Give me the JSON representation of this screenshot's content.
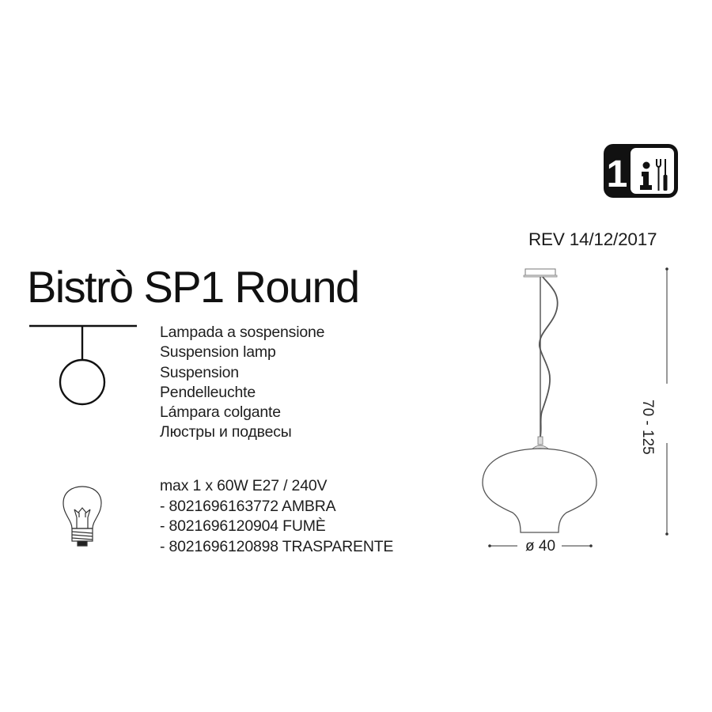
{
  "badge": {
    "package_count": "1",
    "info_icon": "info-icon",
    "tools_icon": "screwdriver-wrench-icon"
  },
  "revision": "REV 14/12/2017",
  "title": "Bistrò SP1 Round",
  "type_symbol_icon": "pendant-lamp-symbol-icon",
  "types": [
    "Lampada a sospensione",
    "Suspension lamp",
    "Suspension",
    "Pendelleuchte",
    "Lámpara colgante",
    "Люстры и подвесы"
  ],
  "bulb_icon": "light-bulb-icon",
  "specs": {
    "power": "max 1 x 60W E27 / 240V",
    "variants": [
      "- 8021696163772 AMBRA",
      "- 8021696120904 FUMÈ",
      "- 8021696120898 TRASPARENTE"
    ]
  },
  "drawing": {
    "height_dimension": "70 - 125",
    "diameter_dimension": "ø 40",
    "line_color": "#555555"
  }
}
